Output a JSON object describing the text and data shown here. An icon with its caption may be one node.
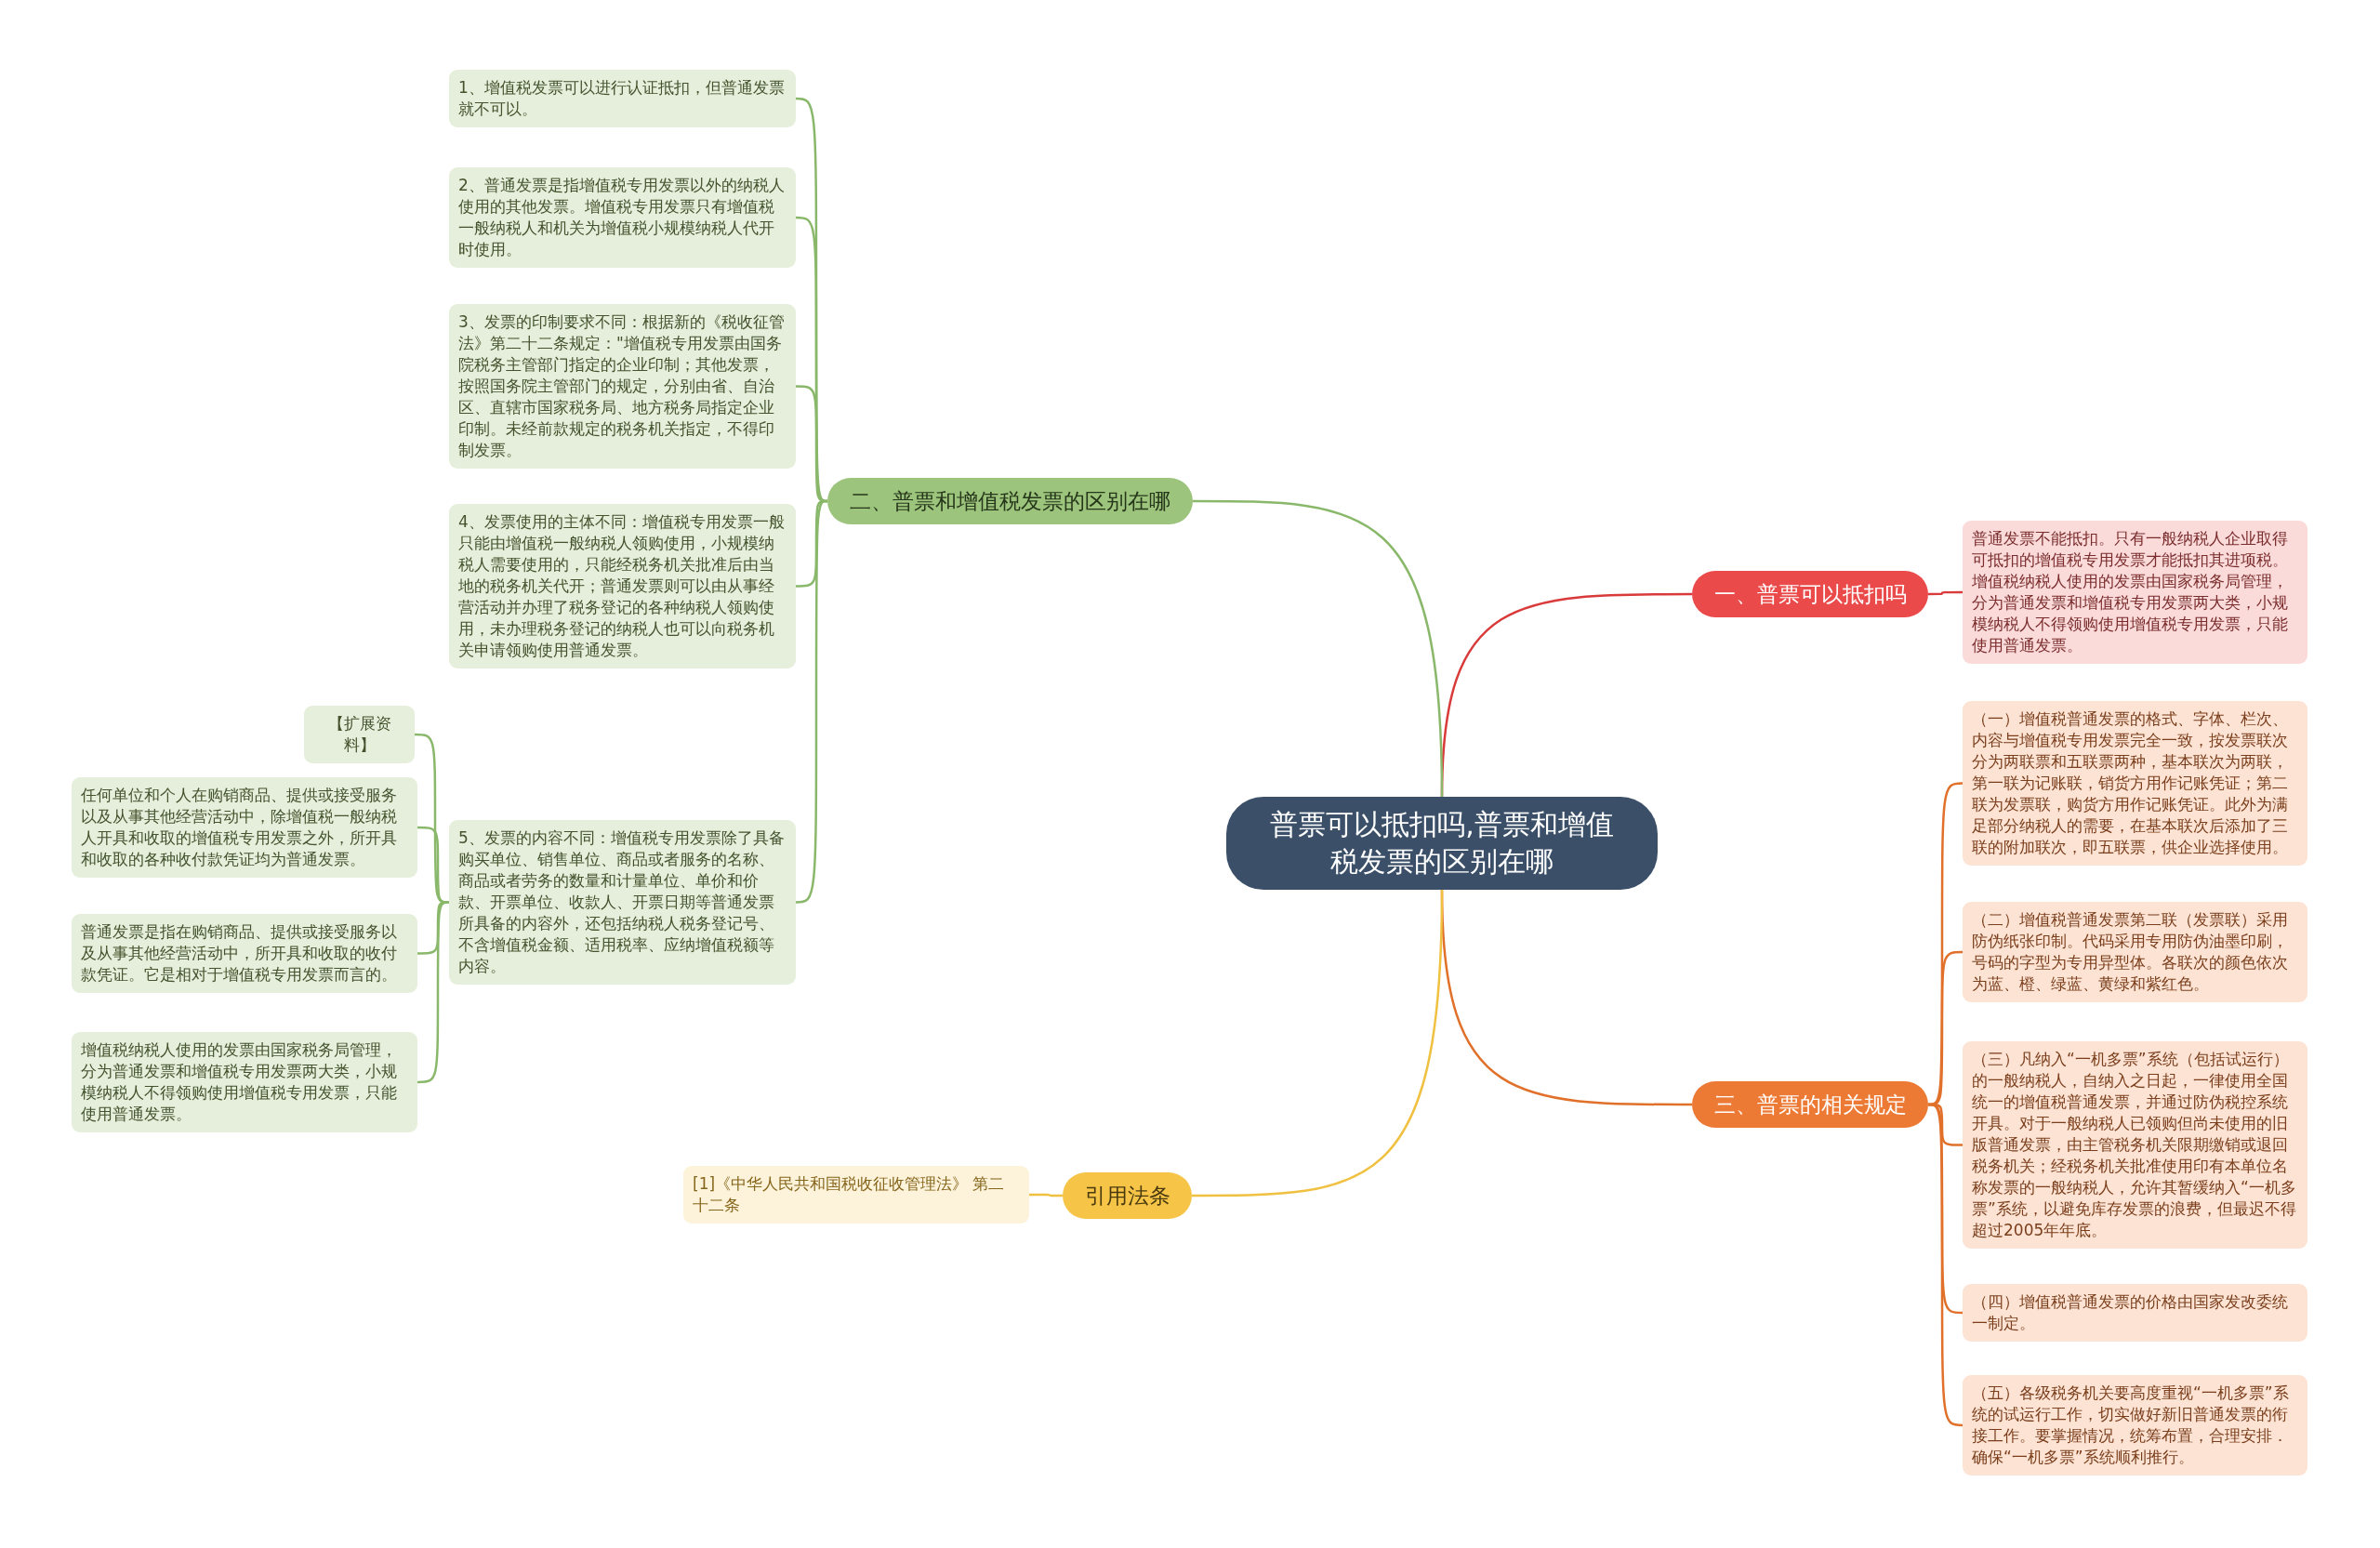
{
  "diagram": {
    "nodes": [
      {
        "text": [
          "普票可以抵扣吗,普票和增值税发票的区别在哪"
        ]
      },
      {
        "text": [
          "一、普票可以抵扣吗"
        ]
      },
      {
        "text": [
          "普通发票不能抵扣。只有一般纳税人企业取得可抵扣的增值税专用发票才能抵扣其进项税。增值税纳税人使用的发票由国家税务局管理，分为普通发票和增值税专用发票两大类，小规模纳税人不得领购使用增值税专用发票，只能使用普通发票。"
        ]
      },
      {
        "text": [
          "三、普票的相关规定"
        ]
      },
      {
        "text": [
          "（一）增值税普通发票的格式、字体、栏次、内容与增值税专用发票完全一致，按发票联次分为两联票和五联票两种，基本联次为两联，第一联为记账联，销货方用作记账凭证；第二联为发票联，购货方用作记账凭证。此外为满足部分纳税人的需要，在基本联次后添加了三联的附加联次，即五联票，供企业选择使用。"
        ]
      },
      {
        "text": [
          "（二）增值税普通发票第二联（发票联）采用防伪纸张印制。代码采用专用防伪油墨印刷，号码的字型为专用异型体。各联次的颜色依次为蓝、橙、绿蓝、黄绿和紫红色。"
        ]
      },
      {
        "text": [
          "（三）凡纳入“一机多票”系统（包括试运行）的一般纳税人，自纳入之日起，一律使用全国统一的增值税普通发票，并通过防伪税控系统开具。对于一般纳税人已领购但尚未使用的旧版普通发票，由主管税务机关限期缴销或退回税务机关；经税务机关批准使用印有本单位名称发票的一般纳税人，允许其暂缓纳入“一机多票”系统，以避免库存发票的浪费，但最迟不得超过2005年年底。"
        ]
      },
      {
        "text": [
          "（四）增值税普通发票的价格由国家发改委统一制定。"
        ]
      },
      {
        "text": [
          "（五）各级税务机关要高度重视“一机多票”系统的试运行工作，切实做好新旧普通发票的衔接工作。要掌握情况，统筹布置，合理安排．确保“一机多票”系统顺利推行。"
        ]
      },
      {
        "text": [
          "引用法条"
        ]
      },
      {
        "text": [
          "[1]《中华人民共和国税收征收管理法》 第二十二条"
        ]
      },
      {
        "text": [
          "二、普票和增值税发票的区别在哪"
        ]
      },
      {
        "text": [
          "1、增值税发票可以进行认证抵扣，但普通发票就不可以。"
        ]
      },
      {
        "text": [
          "2、普通发票是指增值税专用发票以外的纳税人使用的其他发票。增值税专用发票只有增值税一般纳税人和机关为增值税小规模纳税人代开时使用。"
        ]
      },
      {
        "text": [
          "3、发票的印制要求不同：根据新的《税收征管法》第二十二条规定：\"增值税专用发票由国务院税务主管部门指定的企业印制；其他发票，按照国务院主管部门的规定，分别由省、自治区、直辖市国家税务局、地方税务局指定企业印制。未经前款规定的税务机关指定，不得印制发票。"
        ]
      },
      {
        "text": [
          "4、发票使用的主体不同：增值税专用发票一般只能由增值税一般纳税人领购使用，小规模纳税人需要使用的，只能经税务机关批准后由当地的税务机关代开；普通发票则可以由从事经营活动并办理了税务登记的各种纳税人领购使用，未办理税务登记的纳税人也可以向税务机关申请领购使用普通发票。"
        ]
      },
      {
        "text": [
          "5、发票的内容不同：增值税专用发票除了具备购买单位、销售单位、商品或者服务的名称、商品或者劳务的数量和计量单位、单价和价款、开票单位、收款人、开票日期等普通发票所具备的内容外，还包括纳税人税务登记号、不含增值税金额、适用税率、应纳增值税额等内容。"
        ]
      },
      {
        "text": [
          "【扩展资料】"
        ]
      },
      {
        "text": [
          "任何单位和个人在购销商品、提供或接受服务以及从事其他经营活动中，除增值税一般纳税人开具和收取的增值税专用发票之外，所开具和收取的各种收付款凭证均为普通发票。"
        ]
      },
      {
        "text": [
          "普通发票是指在购销商品、提供或接受服务以及从事其他经营活动中，所开具和收取的收付款凭证。它是相对于增值税专用发票而言的。"
        ]
      },
      {
        "text": [
          "增值税纳税人使用的发票由国家税务局管理，分为普通发票和增值税专用发票两大类，小规模纳税人不得领购使用增值税专用发票，只能使用普通发票。"
        ]
      }
    ],
    "edges": [
      {
        "from": 0,
        "to": 1,
        "arrow": "none",
        "color": "#d93a3a"
      },
      {
        "from": 1,
        "to": 2,
        "arrow": "none",
        "color": "#d93a3a"
      },
      {
        "from": 0,
        "to": 3,
        "arrow": "none",
        "color": "#e0702a"
      },
      {
        "from": 3,
        "to": 4,
        "arrow": "none",
        "color": "#e0702a"
      },
      {
        "from": 3,
        "to": 5,
        "arrow": "none",
        "color": "#e0702a"
      },
      {
        "from": 3,
        "to": 6,
        "arrow": "none",
        "color": "#e0702a"
      },
      {
        "from": 3,
        "to": 7,
        "arrow": "none",
        "color": "#e0702a"
      },
      {
        "from": 3,
        "to": 8,
        "arrow": "none",
        "color": "#e0702a"
      },
      {
        "from": 0,
        "to": 9,
        "arrow": "none",
        "color": "#f0c040"
      },
      {
        "from": 9,
        "to": 10,
        "arrow": "none",
        "color": "#f0c040"
      },
      {
        "from": 0,
        "to": 11,
        "arrow": "none"
      },
      {
        "from": 11,
        "to": 12,
        "arrow": "none"
      },
      {
        "from": 11,
        "to": 13,
        "arrow": "none"
      },
      {
        "from": 11,
        "to": 14,
        "arrow": "none"
      },
      {
        "from": 11,
        "to": 15,
        "arrow": "none"
      },
      {
        "from": 11,
        "to": 16,
        "arrow": "none"
      },
      {
        "from": 16,
        "to": 17,
        "arrow": "none"
      },
      {
        "from": 16,
        "to": 18,
        "arrow": "none"
      },
      {
        "from": 16,
        "to": 19,
        "arrow": "none"
      },
      {
        "from": 16,
        "to": 20,
        "arrow": "none"
      }
    ]
  }
}
